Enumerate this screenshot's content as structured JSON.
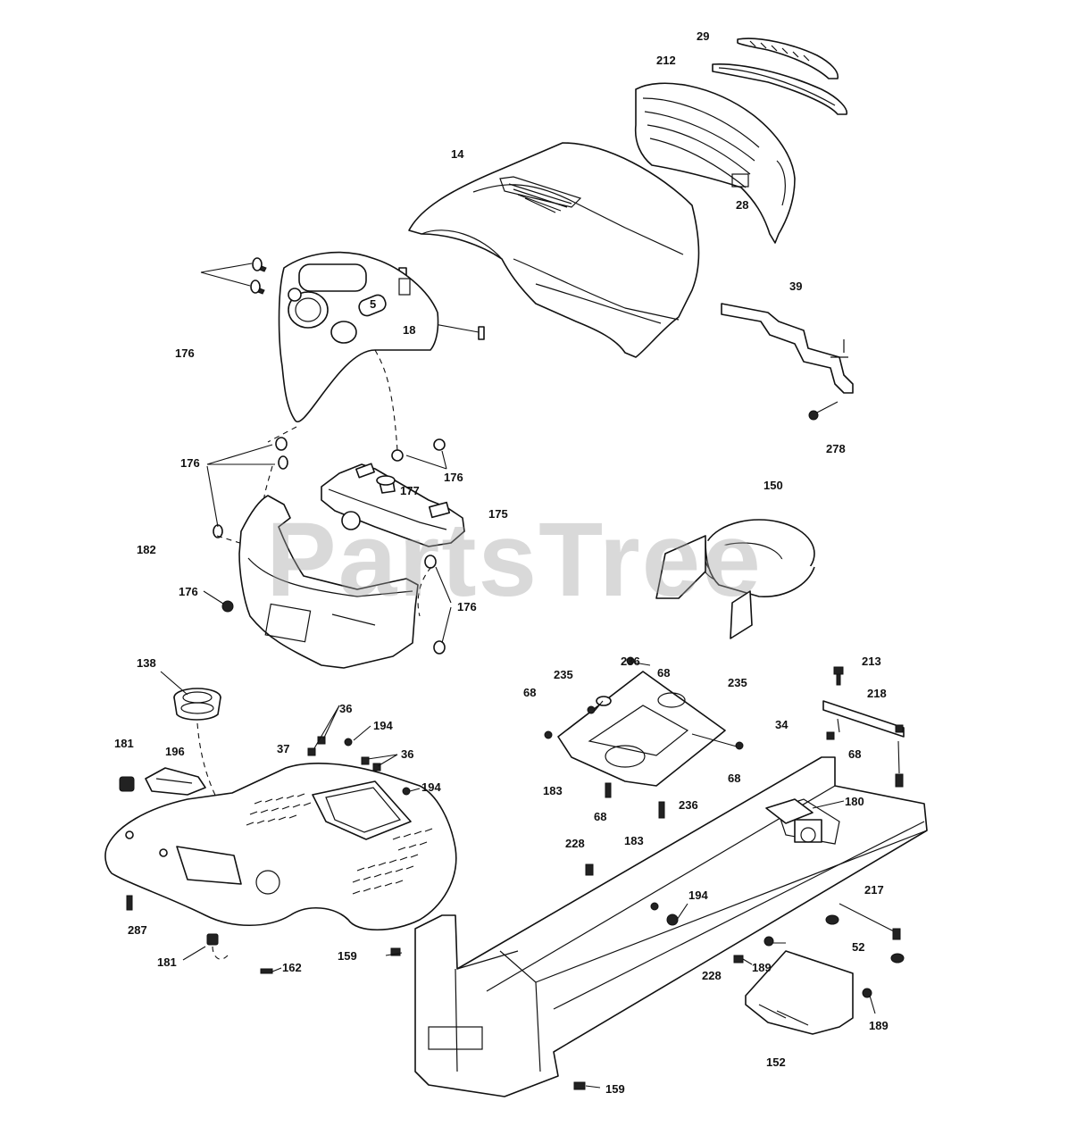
{
  "watermark": "PartsTree",
  "callouts": [
    {
      "id": "c29",
      "text": "29"
    },
    {
      "id": "c212",
      "text": "212"
    },
    {
      "id": "c14",
      "text": "14"
    },
    {
      "id": "c28",
      "text": "28"
    },
    {
      "id": "c39",
      "text": "39"
    },
    {
      "id": "c278",
      "text": "278"
    },
    {
      "id": "c5",
      "text": "5"
    },
    {
      "id": "c18",
      "text": "18"
    },
    {
      "id": "c176a",
      "text": "176"
    },
    {
      "id": "c176b",
      "text": "176"
    },
    {
      "id": "c176c",
      "text": "176"
    },
    {
      "id": "c176d",
      "text": "176"
    },
    {
      "id": "c176e",
      "text": "176"
    },
    {
      "id": "c177",
      "text": "177"
    },
    {
      "id": "c175",
      "text": "175"
    },
    {
      "id": "c182",
      "text": "182"
    },
    {
      "id": "c150",
      "text": "150"
    },
    {
      "id": "c138",
      "text": "138"
    },
    {
      "id": "c36a",
      "text": "36"
    },
    {
      "id": "c36b",
      "text": "36"
    },
    {
      "id": "c194a",
      "text": "194"
    },
    {
      "id": "c194b",
      "text": "194"
    },
    {
      "id": "c194c",
      "text": "194"
    },
    {
      "id": "c37",
      "text": "37"
    },
    {
      "id": "c181a",
      "text": "181"
    },
    {
      "id": "c181b",
      "text": "181"
    },
    {
      "id": "c196",
      "text": "196"
    },
    {
      "id": "c287",
      "text": "287"
    },
    {
      "id": "c162",
      "text": "162"
    },
    {
      "id": "c159a",
      "text": "159"
    },
    {
      "id": "c159b",
      "text": "159"
    },
    {
      "id": "c235a",
      "text": "235"
    },
    {
      "id": "c235b",
      "text": "235"
    },
    {
      "id": "c236a",
      "text": "236"
    },
    {
      "id": "c236b",
      "text": "236"
    },
    {
      "id": "c68a",
      "text": "68"
    },
    {
      "id": "c68b",
      "text": "68"
    },
    {
      "id": "c68c",
      "text": "68"
    },
    {
      "id": "c68d",
      "text": "68"
    },
    {
      "id": "c68e",
      "text": "68"
    },
    {
      "id": "c34",
      "text": "34"
    },
    {
      "id": "c183a",
      "text": "183"
    },
    {
      "id": "c183b",
      "text": "183"
    },
    {
      "id": "c213",
      "text": "213"
    },
    {
      "id": "c218",
      "text": "218"
    },
    {
      "id": "c180",
      "text": "180"
    },
    {
      "id": "c228a",
      "text": "228"
    },
    {
      "id": "c228b",
      "text": "228"
    },
    {
      "id": "c217",
      "text": "217"
    },
    {
      "id": "c52",
      "text": "52"
    },
    {
      "id": "c189a",
      "text": "189"
    },
    {
      "id": "c189b",
      "text": "189"
    },
    {
      "id": "c152",
      "text": "152"
    }
  ]
}
